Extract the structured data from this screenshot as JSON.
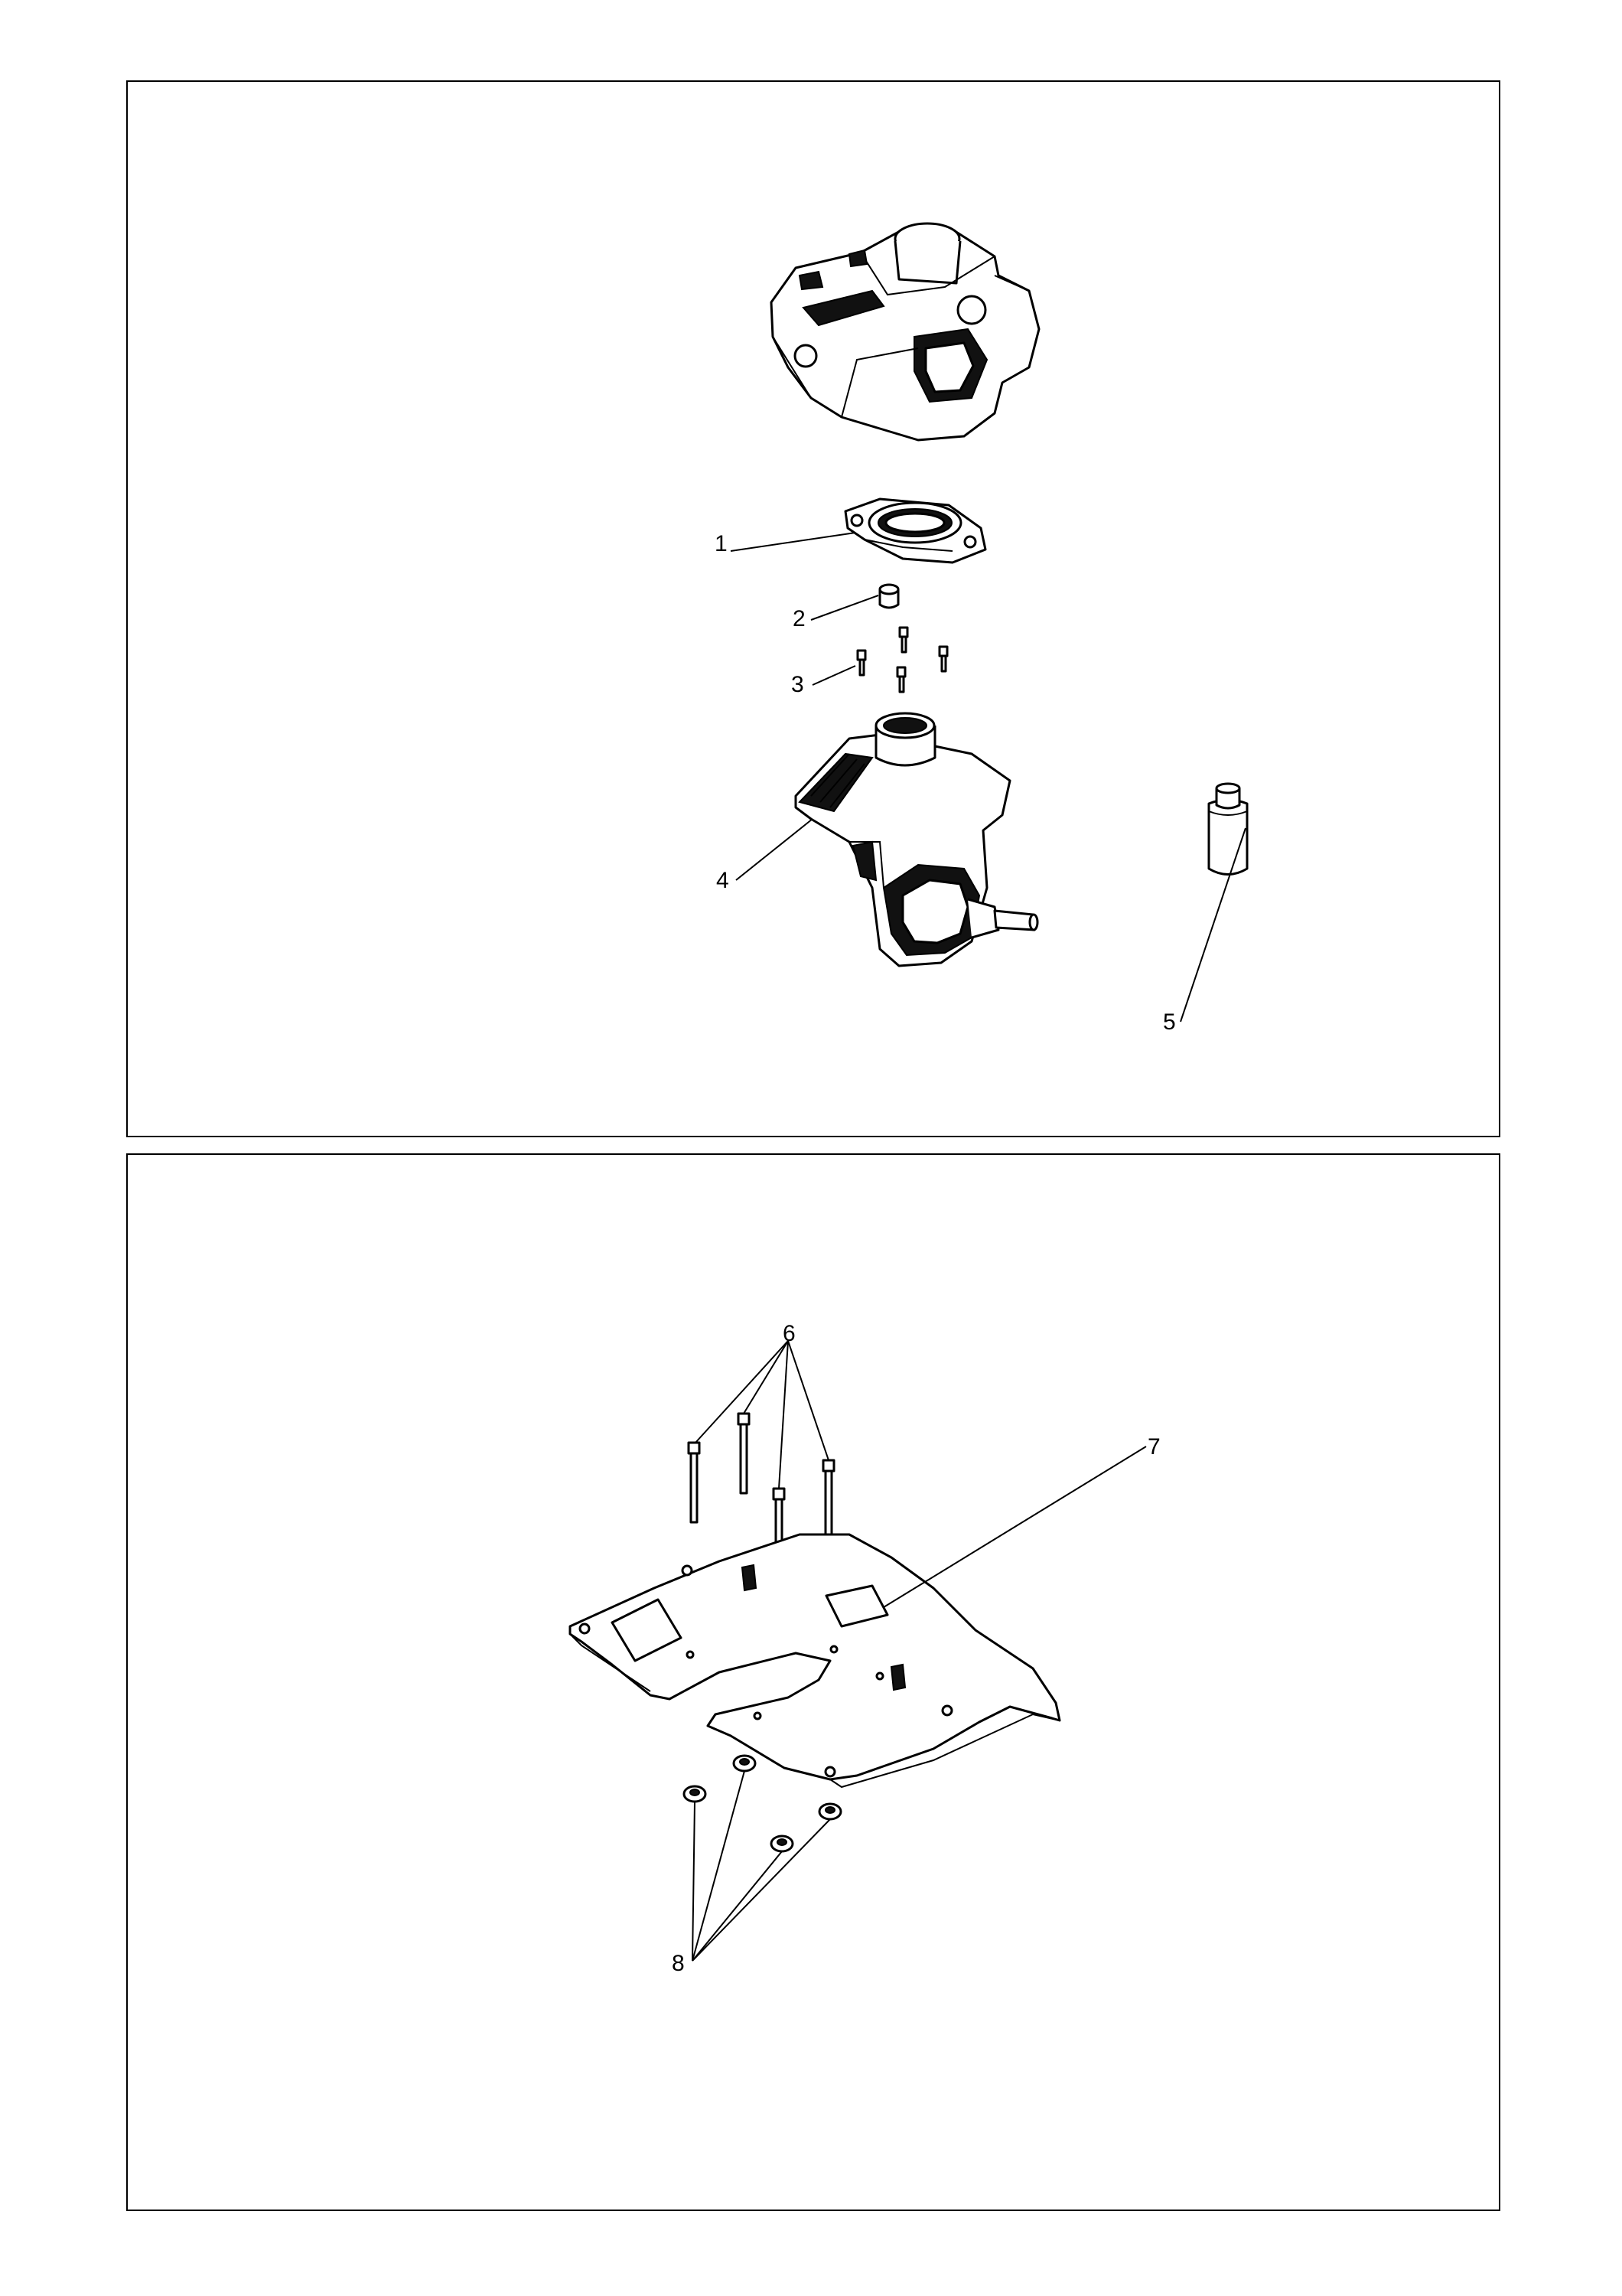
{
  "callouts": {
    "c1": "1",
    "c2": "2",
    "c3": "3",
    "c4": "4",
    "c5": "5",
    "c6": "6",
    "c7": "7",
    "c8": "8"
  },
  "parts": {
    "p1": "gasket-ring",
    "p2": "bushing",
    "p3": "screw",
    "p4": "gear-housing",
    "p5": "grease-bottle",
    "p6": "long-bolt",
    "p7": "base-plate",
    "p8": "flange-nut"
  }
}
